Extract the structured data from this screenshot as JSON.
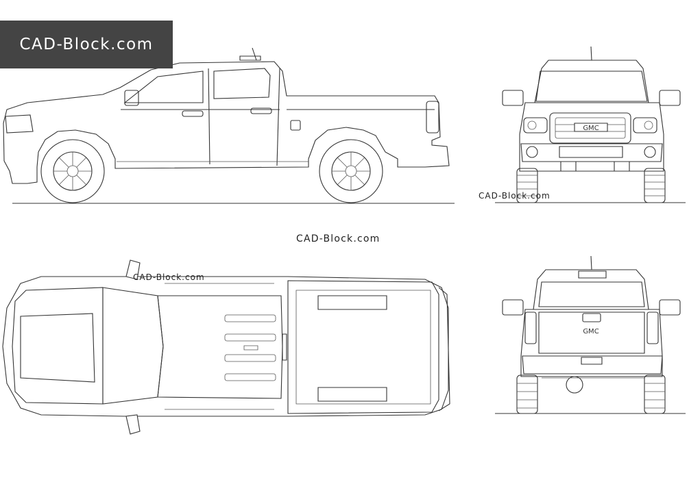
{
  "brand": {
    "badge_text": "CAD-Block.com",
    "badge_bg": "#444444",
    "badge_fg": "#ffffff"
  },
  "watermarks": {
    "center": "CAD-Block.com",
    "front_view": "CAD-Block.com",
    "top_view": "CAD-Block.com"
  },
  "grille_logo": "GMC",
  "tailgate_logo": "GMC",
  "line_color": "#333333",
  "background": "#ffffff"
}
